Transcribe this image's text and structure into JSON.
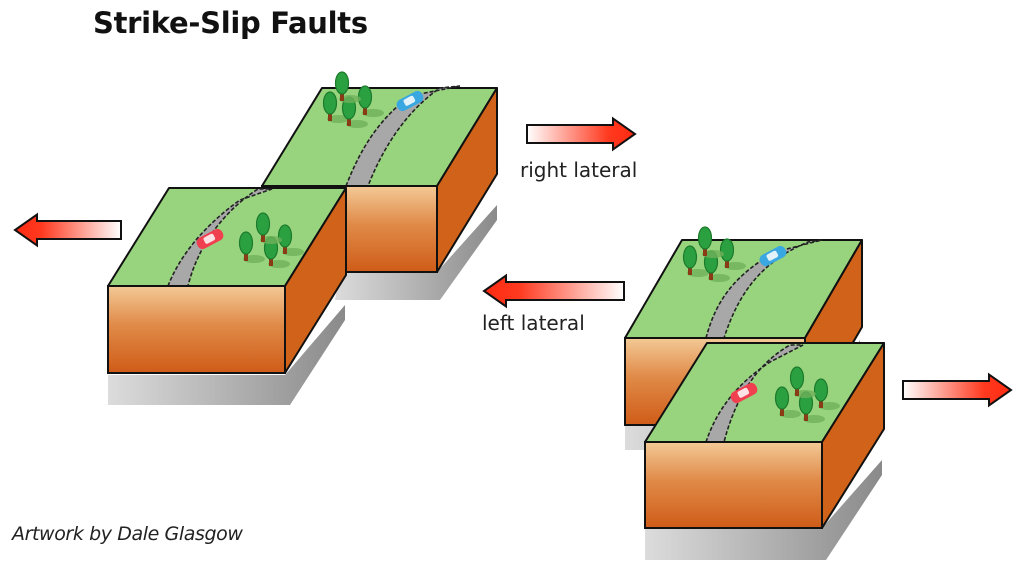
{
  "title": "Strike-Slip Faults",
  "labels": {
    "right_lateral": "right lateral",
    "left_lateral": "left lateral"
  },
  "credit": "Artwork by Dale Glasgow",
  "diagrams": [
    {
      "name": "right-lateral-fault",
      "description": "Two offset crust blocks; far block shifted right relative to near block",
      "blocks": [
        {
          "name": "back-block",
          "road": true,
          "car_color": "blue",
          "trees": 4
        },
        {
          "name": "front-block",
          "road": true,
          "car_color": "red",
          "trees": 4
        }
      ],
      "arrows": [
        {
          "name": "right-arrow",
          "direction": "right"
        },
        {
          "name": "left-arrow",
          "direction": "left"
        }
      ]
    },
    {
      "name": "left-lateral-fault",
      "description": "Two offset crust blocks; far block shifted left relative to near block",
      "blocks": [
        {
          "name": "back-block",
          "road": true,
          "car_color": "blue",
          "trees": 4
        },
        {
          "name": "front-block",
          "road": true,
          "car_color": "red",
          "trees": 4
        }
      ],
      "arrows": [
        {
          "name": "left-arrow",
          "direction": "left"
        },
        {
          "name": "right-arrow",
          "direction": "right"
        }
      ]
    }
  ],
  "colors": {
    "grass": "#98d47e",
    "soil_light": "#f0c08c",
    "soil_dark": "#d2601a",
    "soil_side": "#d0621a",
    "road": "#a8a8a8",
    "arrow_red": "#ff2a10",
    "shadow": "#9a9a9a",
    "car_blue": "#3aa8e0",
    "car_red": "#f04050",
    "tree": "#2aa040",
    "trunk": "#8a3a14"
  }
}
